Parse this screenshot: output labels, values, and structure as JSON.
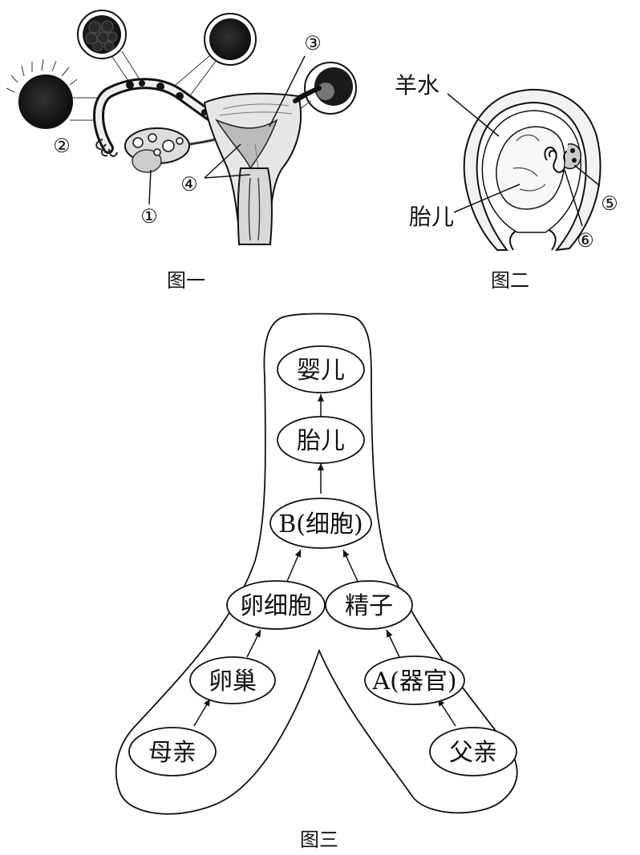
{
  "figure1": {
    "caption": "图一",
    "labels": {
      "n1": "①",
      "n2": "②",
      "n3": "③",
      "n4": "④"
    }
  },
  "figure2": {
    "caption": "图二",
    "labels": {
      "amniotic_fluid": "羊水",
      "fetus": "胎儿",
      "n5": "⑤",
      "n6": "⑥"
    }
  },
  "figure3": {
    "caption": "图三",
    "nodes": {
      "infant": "婴儿",
      "fetus": "胎儿",
      "cell_b": "B(细胞)",
      "egg": "卵细胞",
      "sperm": "精子",
      "ovary": "卵巢",
      "organ_a": "A(器官)",
      "mother": "母亲",
      "father": "父亲"
    }
  }
}
